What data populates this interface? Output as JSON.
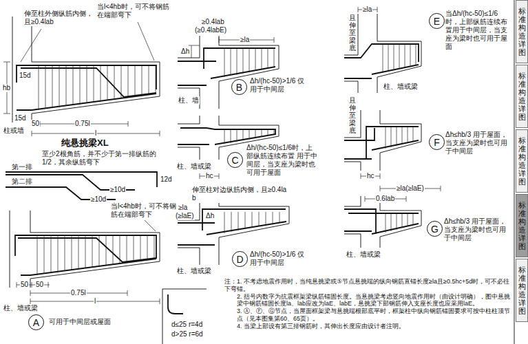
{
  "diagram": {
    "nodes": [
      {
        "text": [
          "A"
        ]
      },
      {
        "text": [
          "B"
        ]
      },
      {
        "text": [
          "C"
        ]
      },
      {
        "text": [
          "D"
        ]
      },
      {
        "text": [
          "E"
        ]
      },
      {
        "text": [
          "F"
        ]
      },
      {
        "text": [
          "G"
        ]
      },
      {
        "text": [
          "标准构造详图"
        ]
      },
      {
        "text": [
          "标准构造详图"
        ]
      },
      {
        "text": [
          "标准构造详图"
        ]
      },
      {
        "text": [
          "标准构造详图"
        ]
      },
      {
        "text": [
          "标准构造详图"
        ]
      }
    ],
    "labels": [
      "当l<4hb时，可不将钢筋在端部弯下",
      "伸至柱外侧纵筋内侧，且≥0.4lab",
      "hb",
      "15d",
      "15d",
      "50",
      "0.75l",
      "l",
      "柱或墙",
      "纯悬挑梁XL",
      "至少2根角筋，并不少于第一排纵筋的1/2，其余纵筋弯下",
      "第一排",
      "第二排",
      "≥10d",
      "≥10d",
      "12d",
      "当l<4hb时，可不将钢筋在端部弯下",
      "50",
      "50",
      "0.75l",
      "l",
      "柱、墙或梁",
      "可用于中间层或屋面",
      "d≤25 r=4d",
      "d>25 r=6d",
      "≥0.4lab",
      "(≥0.4labE)",
      "≥la",
      "Δh",
      "柱、墙",
      "Δh/(hc-50)>1/6 仅用于中间层",
      "柱、墙或梁",
      "hc",
      "Δh/(hc-50)≤1/6时，上部纵筋连续布置 用于中间层，当支座为梁时也可用于屋面",
      "伸至柱对边纵筋内侧，且≥0.4lab",
      "Δh",
      "≥la",
      "(≥laE)",
      "柱、墙或梁",
      "Δh/(hc-50)>1/6 仅用于中间层",
      "当Δh/(hc-50)≤1/6时，上部纵筋连续布置用于中间层，当支座为梁时也可用于屋面",
      "≥la",
      "且伸至梁底",
      "柱、墙或梁",
      "Δh≤hb/3 用于屋面，当支座为梁时也可用于中间层",
      "hc",
      "且伸至梁底",
      "≥la(≥laE)",
      "0.6lab",
      "Δh≤hb/3 用于屋面，当支座为梁时也可用于中间层",
      "柱、墙或梁",
      "注：1. 不考虑地震作用时，当纯悬挑梁或⑤节点悬挑端的纵向钢筋直锚长度≥la且≥0.5hc+5d时，可不必往下弯锚。",
      "2. 括号内数字为抗震框架梁纵筋锚固长度。当悬挑梁考虑竖向地震作用时（由设计明确），图中悬挑梁中钢筋锚固长度la、lab应改为laE、labE，悬挑梁下部钢筋伸入支座长度也应采用laE。",
      "3. Ⓐ、Ⓕ、Ⓖ节点，当屋面框架梁与悬挑端根部底平时，框架柱中纵向钢筋锚固要求可按中柱柱顶节点（见本图集第60、65页）。",
      "4. 当梁上部设有第三排钢筋时，其伸出长度应由设计者注明。"
    ]
  }
}
